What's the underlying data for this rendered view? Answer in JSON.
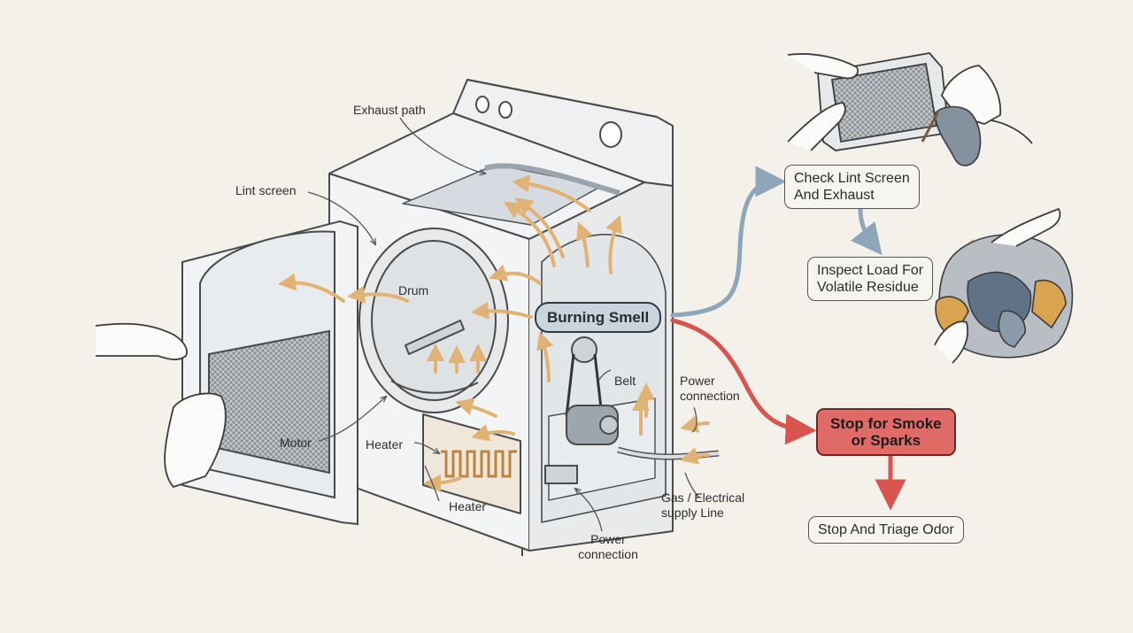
{
  "colors": {
    "background": "#f4f1ea",
    "airflow_arrow": "#e0b274",
    "flow_blue": "#8ea6ba",
    "flow_red": "#d9534f",
    "hub_fill": "#c9d4dd",
    "alert_fill": "#e06a65"
  },
  "icons": [
    "dryer-illustration",
    "filter-screen-icon",
    "hand-icon",
    "cloth-pile-icon"
  ],
  "labels": {
    "exhaust_path": "Exhaust path",
    "lint_screen": "Lint screen",
    "drum": "Drum",
    "belt": "Belt",
    "power_connection_top_1": "Power",
    "power_connection_top_2": "connection",
    "motor": "Motor",
    "heater_inner": "Heater",
    "heater_lower": "Heater",
    "gas_supply_1": "Gas / Electrical",
    "gas_supply_2": "supply Line",
    "power_connection_bottom_1": "Power",
    "power_connection_bottom_2": "connection"
  },
  "flow": {
    "hub": "Burning Smell",
    "check_lint": [
      "Check Lint Screen",
      "And Exhaust"
    ],
    "inspect_load": [
      "Inspect Load For",
      "Volatile Residue"
    ],
    "stop_smoke": [
      "Stop for Smoke",
      "or Sparks"
    ],
    "triage": "Stop And Triage Odor"
  }
}
